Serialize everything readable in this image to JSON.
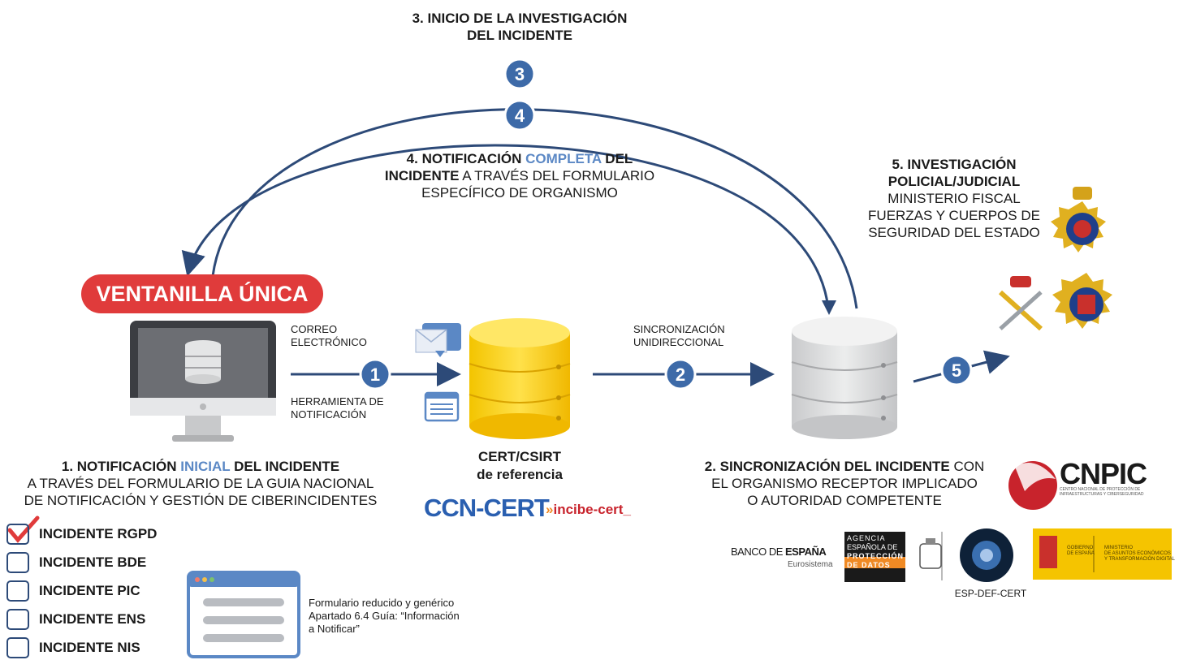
{
  "step3": {
    "line1": "3. INICIO DE LA INVESTIGACIÓN",
    "line2": "DEL INCIDENTE",
    "badge": "3"
  },
  "step4": {
    "badge": "4",
    "line1_a": "4. NOTIFICACIÓN ",
    "line1_b": "COMPLETA",
    "line1_c": " DEL",
    "line2_a": "INCIDENTE",
    "line2_b": " A TRAVÉS DEL FORMULARIO",
    "line3": "ESPECÍFICO DE ORGANISMO"
  },
  "step5": {
    "badge": "5",
    "line1": "5. INVESTIGACIÓN",
    "line2": "POLICIAL/JUDICIAL",
    "line3": "MINISTERIO FISCAL",
    "line4": "FUERZAS Y CUERPOS DE",
    "line5": "SEGURIDAD DEL ESTADO"
  },
  "ventanilla": {
    "label": "VENTANILLA ÚNICA"
  },
  "step1": {
    "badge": "1",
    "channel_top_1": "CORREO",
    "channel_top_2": "ELECTRÓNICO",
    "channel_bottom_1": "HERRAMIENTA DE",
    "channel_bottom_2": "NOTIFICACIÓN",
    "line1_a": "1. NOTIFICACIÓN ",
    "line1_b": "INICIAL",
    "line1_c": " DEL INCIDENTE",
    "line2": "A TRAVÉS DEL FORMULARIO DE LA GUIA NACIONAL",
    "line3": "DE NOTIFICACIÓN Y GESTIÓN DE CIBERINCIDENTES"
  },
  "step2": {
    "badge": "2",
    "sync_1": "SINCRONIZACIÓN",
    "sync_2": "UNIDIRECCIONAL",
    "line1_a": "2. SINCRONIZACIÓN DEL INCIDENTE",
    "line1_b": " CON",
    "line2": "EL ORGANISMO RECEPTOR IMPLICADO",
    "line3": "O AUTORIDAD COMPETENTE"
  },
  "cert": {
    "line1": "CERT/CSIRT",
    "line2": "de referencia",
    "logo_ccn": "CCN-CERT",
    "logo_incibe": "incibe-cert_"
  },
  "checkboxes": [
    {
      "label": "INCIDENTE RGPD",
      "checked": true
    },
    {
      "label": "INCIDENTE BDE",
      "checked": false
    },
    {
      "label": "INCIDENTE PIC",
      "checked": false
    },
    {
      "label": "INCIDENTE ENS",
      "checked": false
    },
    {
      "label": "INCIDENTE NIS",
      "checked": false
    }
  ],
  "form_note": {
    "line1": "Formulario reducido y genérico",
    "line2": "Apartado 6.4 Guía: “Información",
    "line3": "a Notificar”"
  },
  "logos": {
    "cnpic": "CNPIC",
    "cnpic_sub": "CENTRO NACIONAL DE PROTECCIÓN DE INFRAESTRUCTURAS Y CIBERSEGURIDAD",
    "banco_a": "BANCO DE ",
    "banco_b": "ESPAÑA",
    "banco_sub": "Eurosistema",
    "aepd_1": "AGENCIA",
    "aepd_2": "ESPAÑOLA DE",
    "aepd_3": "PROTECCIÓN",
    "aepd_4": "DE DATOS",
    "espdef": "ESP-DEF-CERT",
    "gob_1": "GOBIERNO",
    "gob_2": "DE ESPAÑA",
    "min_1": "MINISTERIO",
    "min_2": "DE ASUNTOS ECONÓMICOS",
    "min_3": "Y TRANSFORMACIÓN DIGITAL"
  },
  "colors": {
    "badge": "#3d6aa8",
    "red": "#e03b3b",
    "navy": "#2d4a78",
    "arrow": "#2d4a78",
    "blue_text": "#5b88c5"
  }
}
